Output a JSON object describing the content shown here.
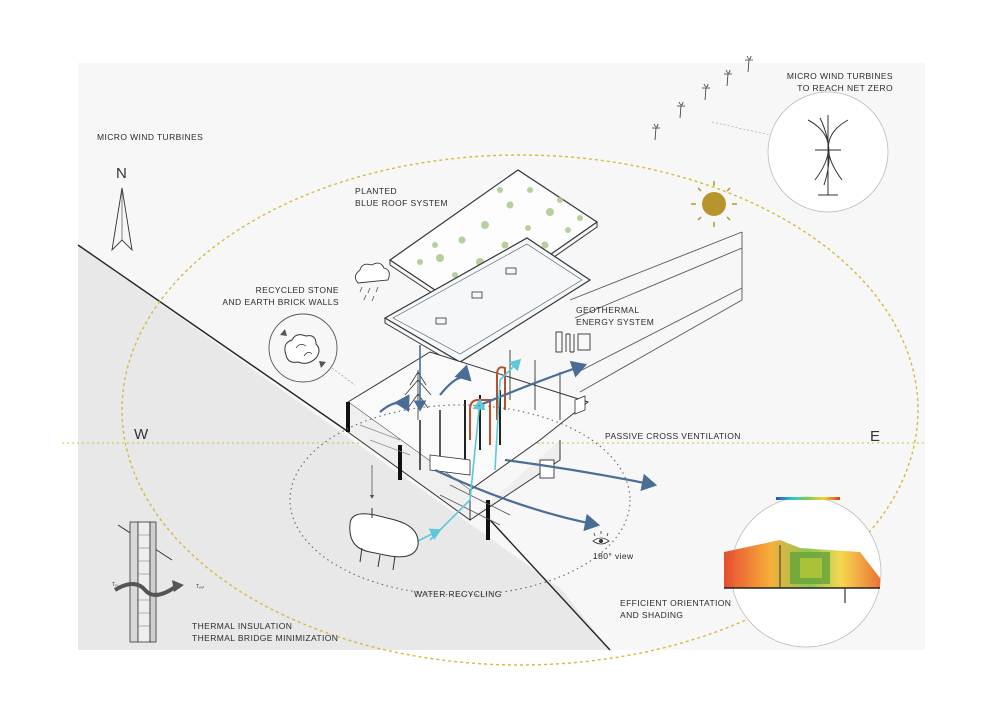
{
  "labels": {
    "micro_wind_left": "MICRO WIND TURBINES",
    "micro_wind_right_1": "MICRO WIND TURBINES",
    "micro_wind_right_2": "TO REACH NET ZERO",
    "blue_roof_1": "PLANTED",
    "blue_roof_2": "BLUE ROOF SYSTEM",
    "stone_walls_1": "RECYCLED STONE",
    "stone_walls_2": "AND EARTH BRICK WALLS",
    "geothermal_1": "GEOTHERMAL",
    "geothermal_2": "ENERGY SYSTEM",
    "ventilation": "PASSIVE CROSS VENTILATION",
    "view": "180° view",
    "water": "WATER RECYCLING",
    "orientation_1": "EFFICIENT ORIENTATION",
    "orientation_2": "AND SHADING",
    "insulation_1": "THERMAL INSULATION",
    "insulation_2": "THERMAL BRIDGE MINIMIZATION",
    "t_in": "Tᵢₙ",
    "t_out": "Tₒᵤₜ"
  },
  "compass": {
    "north": "N",
    "west": "W",
    "east": "E"
  },
  "colors": {
    "sun_path": "#d8b93a",
    "sun": "#b8952c",
    "blue_arrow": "#4a6d96",
    "cyan_arrow": "#5cc8d8",
    "red_pipe": "#b8502a",
    "ground": "#ececec",
    "line": "#222222"
  }
}
